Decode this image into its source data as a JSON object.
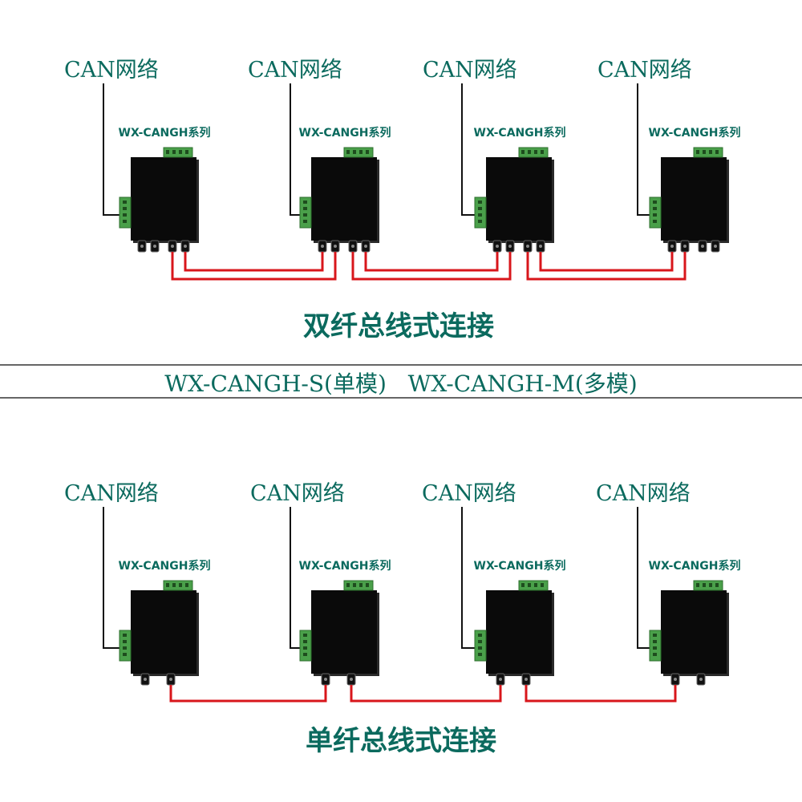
{
  "colors": {
    "text": "#0b6a5e",
    "fiber": "#d8161b",
    "device": "#0a0a0a",
    "terminal": "#4aa04a"
  },
  "header": {
    "models": "WX-CANGH-S(单模)   WX-CANGH-M(多模)"
  },
  "dual": {
    "title": "双纤总线式连接",
    "nodes": [
      {
        "can": "CAN网络",
        "series": "WX-CANGH系列"
      },
      {
        "can": "CAN网络",
        "series": "WX-CANGH系列"
      },
      {
        "can": "CAN网络",
        "series": "WX-CANGH系列"
      },
      {
        "can": "CAN网络",
        "series": "WX-CANGH系列"
      }
    ]
  },
  "single": {
    "title": "单纤总线式连接",
    "nodes": [
      {
        "can": "CAN网络",
        "series": "WX-CANGH系列"
      },
      {
        "can": "CAN网络",
        "series": "WX-CANGH系列"
      },
      {
        "can": "CAN网络",
        "series": "WX-CANGH系列"
      },
      {
        "can": "CAN网络",
        "series": "WX-CANGH系列"
      }
    ]
  }
}
